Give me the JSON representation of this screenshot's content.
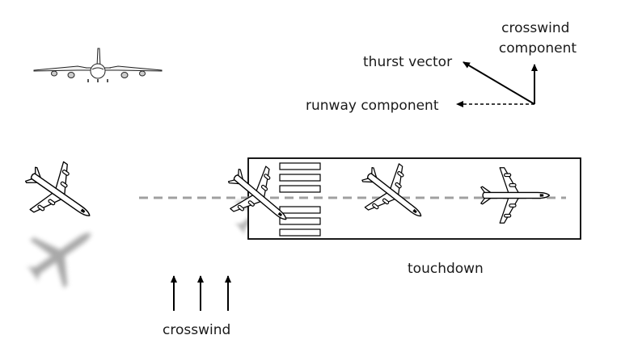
{
  "labels": {
    "crosswind_component_line1": "crosswind",
    "crosswind_component_line2": "component",
    "thrust_vector": "thurst vector",
    "runway_component": "runway component",
    "touchdown": "touchdown",
    "crosswind": "crosswind"
  },
  "colors": {
    "ink": "#000000",
    "centerline": "#a0a0a0",
    "shadow": "#9a9a9a",
    "aircraft_fill": "#ffffff"
  }
}
